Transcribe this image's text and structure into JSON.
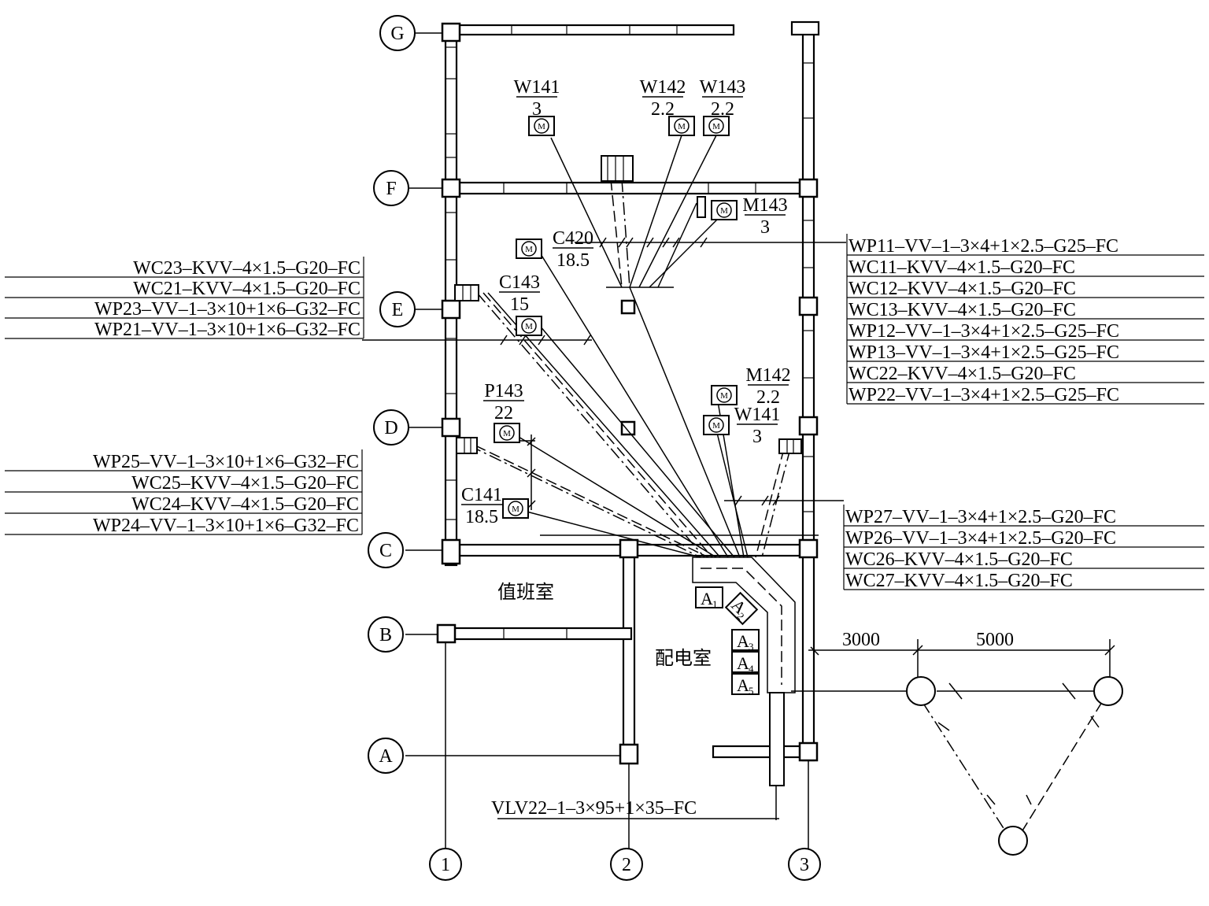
{
  "axes_rows": [
    "G",
    "F",
    "E",
    "D",
    "C",
    "B",
    "A"
  ],
  "axes_cols": [
    "1",
    "2",
    "3"
  ],
  "rooms": {
    "duty_room": "值班室",
    "power_room": "配电室"
  },
  "equipment": [
    {
      "id": "W141",
      "value": "3"
    },
    {
      "id": "W142",
      "value": "2.2"
    },
    {
      "id": "W143",
      "value": "2.2"
    },
    {
      "id": "M143",
      "value": "3"
    },
    {
      "id": "C420",
      "value": "18.5"
    },
    {
      "id": "C143",
      "value": "15"
    },
    {
      "id": "M142",
      "value": "2.2"
    },
    {
      "id": "W141b",
      "label": "W141",
      "value": "3"
    },
    {
      "id": "P143",
      "value": "22"
    },
    {
      "id": "C141",
      "value": "18.5"
    }
  ],
  "motor_symbol": "M",
  "cables_right_top": [
    "WP11–VV–1–3×4+1×2.5–G25–FC",
    "WC11–KVV–4×1.5–G20–FC",
    "WC12–KVV–4×1.5–G20–FC",
    "WC13–KVV–4×1.5–G20–FC",
    "WP12–VV–1–3×4+1×2.5–G25–FC",
    "WP13–VV–1–3×4+1×2.5–G25–FC",
    "WC22–KVV–4×1.5–G20–FC",
    "WP22–VV–1–3×4+1×2.5–G25–FC"
  ],
  "cables_left_top": [
    "WC23–KVV–4×1.5–G20–FC",
    "WC21–KVV–4×1.5–G20–FC",
    "WP23–VV–1–3×10+1×6–G32–FC",
    "WP21–VV–1–3×10+1×6–G32–FC"
  ],
  "cables_left_bottom": [
    "WP25–VV–1–3×10+1×6–G32–FC",
    "WC25–KVV–4×1.5–G20–FC",
    "WC24–KVV–4×1.5–G20–FC",
    "WP24–VV–1–3×10+1×6–G32–FC"
  ],
  "cables_right_bottom": [
    "WP27–VV–1–3×4+1×2.5–G20–FC",
    "WP26–VV–1–3×4+1×2.5–G20–FC",
    "WC26–KVV–4×1.5–G20–FC",
    "WC27–KVV–4×1.5–G20–FC"
  ],
  "main_cable": "VLV22–1–3×95+1×35–FC",
  "panels": [
    "A",
    "A",
    "A",
    "A",
    "A"
  ],
  "panel_subs": [
    "1",
    "2",
    "3",
    "4",
    "5"
  ],
  "dimensions": {
    "d1": "3000",
    "d2": "5000"
  }
}
